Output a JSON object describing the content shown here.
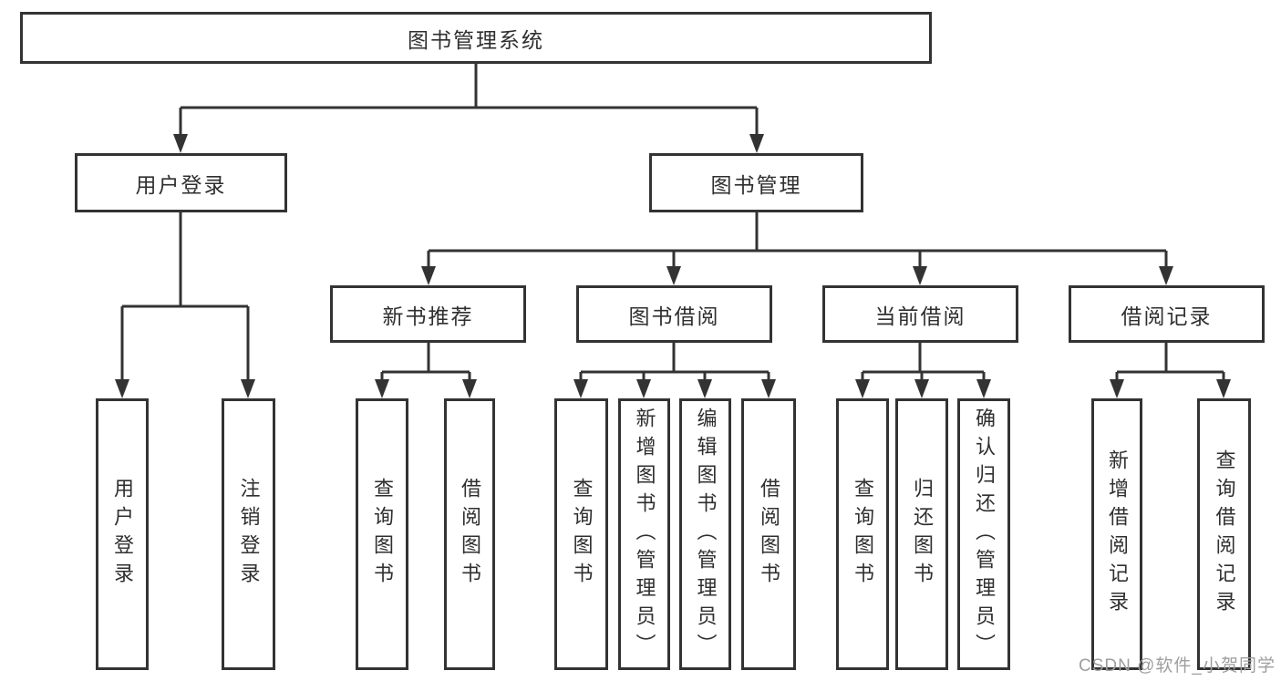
{
  "tree": {
    "root": {
      "label": "图书管理系统",
      "children": [
        {
          "label": "用户登录",
          "children": [
            {
              "label": "用户登录"
            },
            {
              "label": "注销登录"
            }
          ]
        },
        {
          "label": "图书管理",
          "children": [
            {
              "label": "新书推荐",
              "children": [
                {
                  "label": "查询图书"
                },
                {
                  "label": "借阅图书"
                }
              ]
            },
            {
              "label": "图书借阅",
              "children": [
                {
                  "label": "查询图书"
                },
                {
                  "label": "新增图书（管理员）"
                },
                {
                  "label": "编辑图书（管理员）"
                },
                {
                  "label": "借阅图书"
                }
              ]
            },
            {
              "label": "当前借阅",
              "children": [
                {
                  "label": "查询图书"
                },
                {
                  "label": "归还图书"
                },
                {
                  "label": "确认归还（管理员）"
                }
              ]
            },
            {
              "label": "借阅记录",
              "children": [
                {
                  "label": "新增借阅记录"
                },
                {
                  "label": "查询借阅记录"
                }
              ]
            }
          ]
        }
      ]
    }
  },
  "watermark": {
    "text": "CSDN @软件_小贺同学"
  },
  "colors": {
    "line": "#333333",
    "box_border": "#333333",
    "text": "#2f2f2f",
    "watermark": "#9e9e9e"
  }
}
